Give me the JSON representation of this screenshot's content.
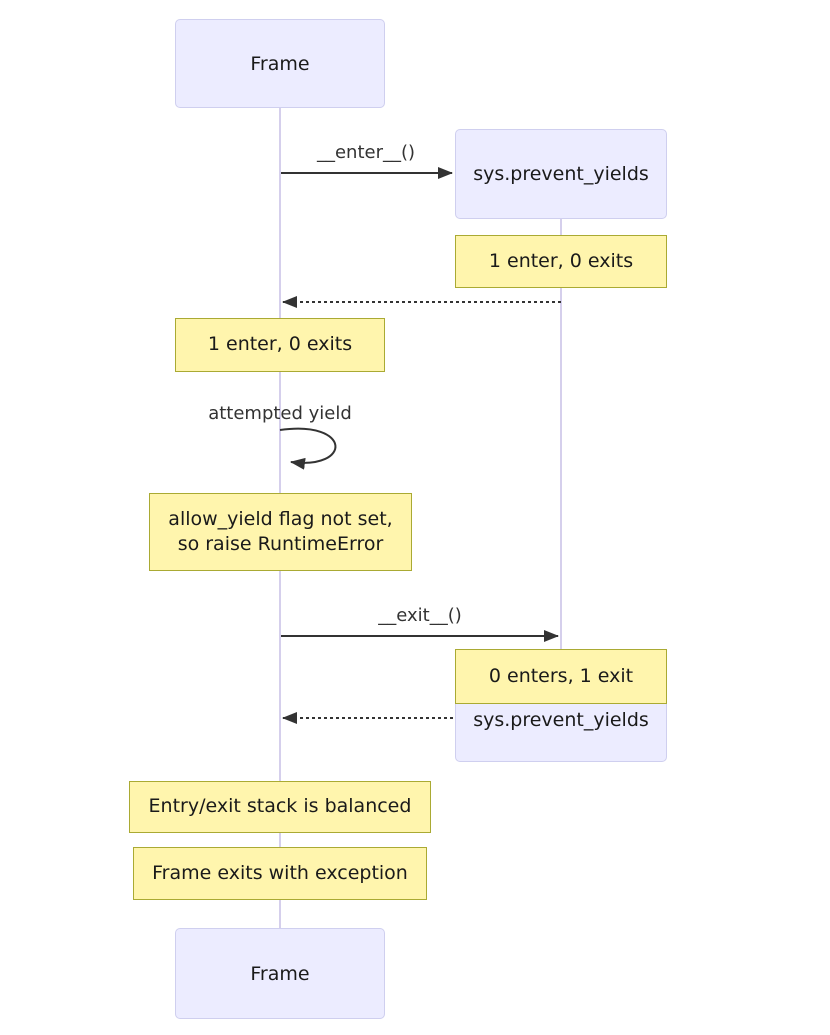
{
  "diagram": {
    "participants": {
      "frame_top": "Frame",
      "frame_bottom": "Frame",
      "sys_top": "sys.prevent_yields",
      "sys_bottom": "sys.prevent_yields"
    },
    "messages": {
      "enter": "__enter__()",
      "exit": "__exit__()",
      "self_loop": "attempted yield"
    },
    "notes": {
      "sys_after_enter": "1 enter, 0 exits",
      "frame_after_enter": "1 enter, 0 exits",
      "runtime_error_line1": "allow_yield flag not set,",
      "runtime_error_line2": "so raise RuntimeError",
      "sys_after_exit": "0 enters, 1 exit",
      "stack_balanced": "Entry/exit stack is balanced",
      "frame_exception": "Frame exits with exception"
    },
    "colors": {
      "actor_fill": "#ececff",
      "actor_border": "#cfcfef",
      "note_fill": "#fff5ad",
      "note_border": "#aaaa33",
      "line": "#333333",
      "lifeline": "#d5cfec",
      "text": "#1a1a1a",
      "background": "#ffffff"
    }
  }
}
